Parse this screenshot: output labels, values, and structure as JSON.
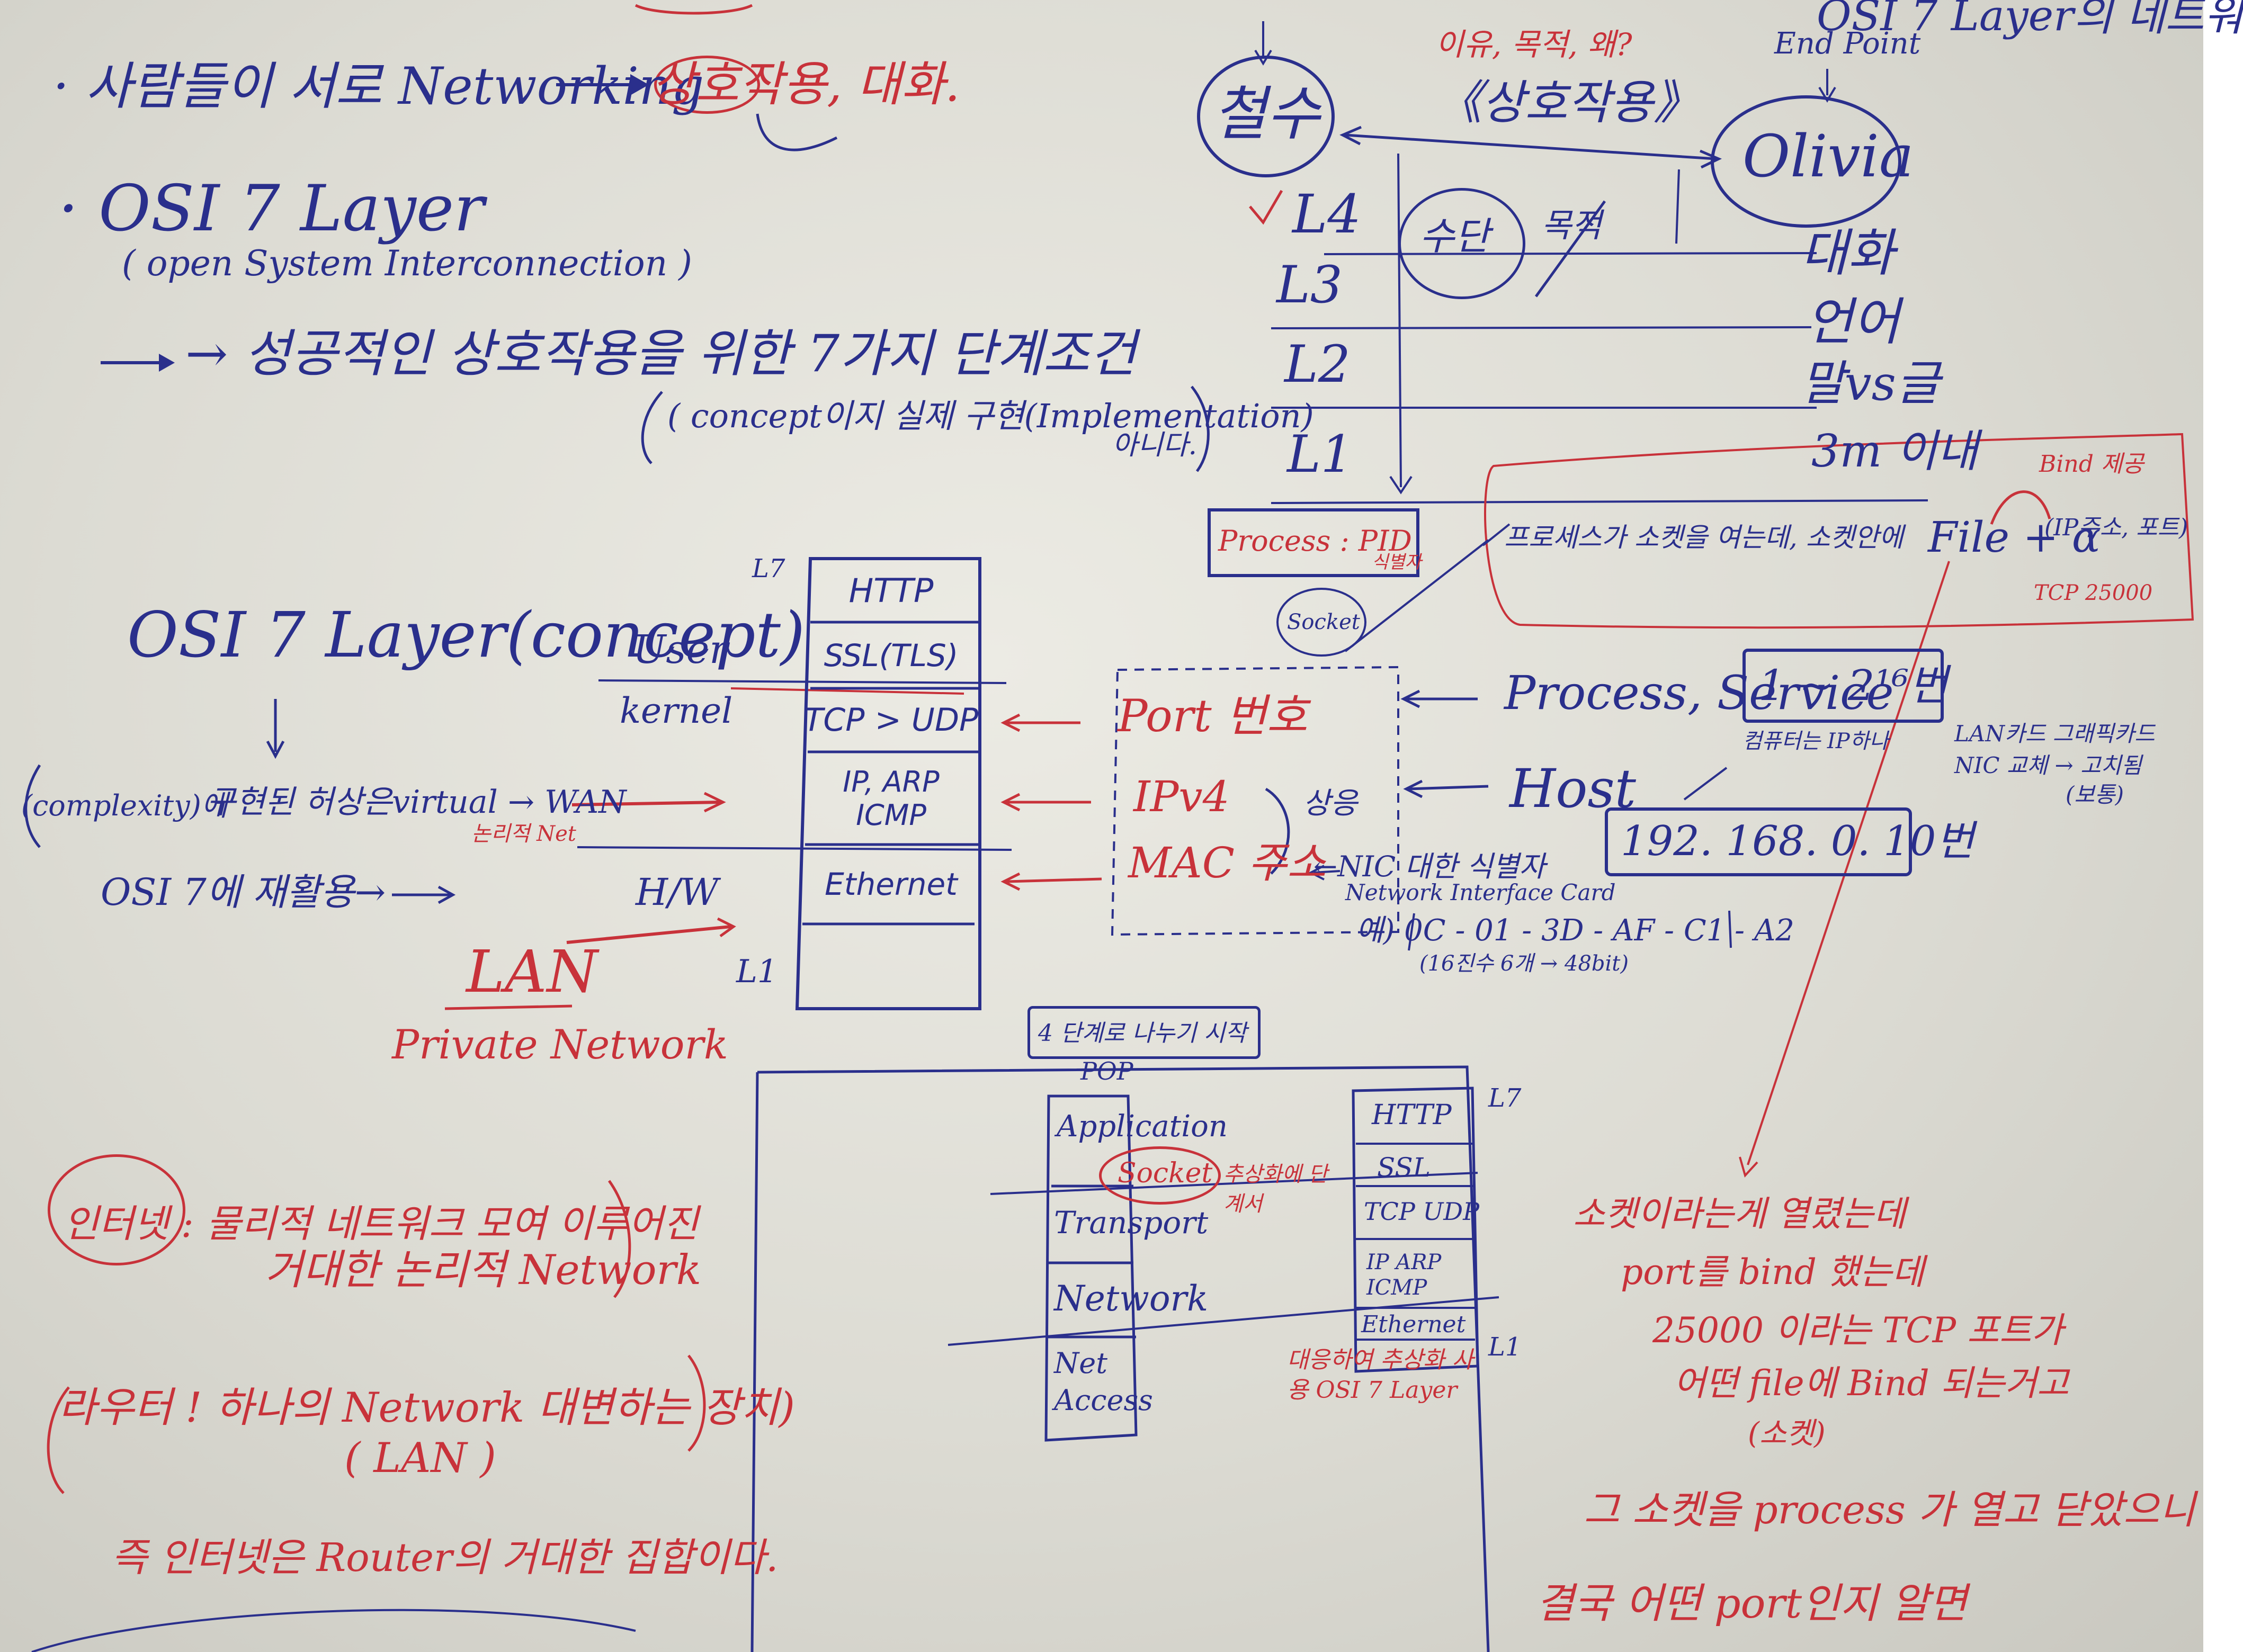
{
  "colors": {
    "blue_ink": "#2a2f8c",
    "red_ink": "#c8323a",
    "paper": "#e6e5de"
  },
  "left": {
    "line1": "· 사람들이 서로 Networking",
    "line1_b": "상호작용, 대화.",
    "osi_title": "· OSI 7 Layer",
    "osi_full": "( open System Interconnection )",
    "osi_desc": "→ 성공적인 상호작용을 위한 7가지 단계조건",
    "concept_note": "( concept이지 실제 구현(Implementation)",
    "concept_note2": "아니다.",
    "osi_concept": "OSI 7 Layer(concept)",
    "complexity": "(complexity)에",
    "virtual_wan": "구현된 허상은virtual → WAN",
    "wan_sub": "논리적 Net",
    "osi_use": "OSI 7에 재활용→",
    "lan": "LAN",
    "private_network": "Private Network",
    "internet_def": "인터넷 : 물리적 네트워크 모여 이루어진",
    "internet_def2": "거대한 논리적 Network",
    "router_def": "라우터 ! 하나의 Network 대변하는 장치)",
    "router_def2": "( LAN )",
    "router_final": "즉 인터넷은 Router의 거대한 집합이다."
  },
  "right": {
    "why": "이유, 목적, 왜?",
    "interaction": "《상호작용》",
    "endpoint": "End Point",
    "top_right": "OSI 7 Layer의 네트워",
    "chulsu": "철수",
    "olivia": "Olivia",
    "layers": [
      "L4",
      "L3",
      "L2",
      "L1"
    ],
    "means": "수단",
    "purpose": "목적",
    "conv": [
      "대화",
      "언어",
      "말vs글",
      "3m 이내"
    ],
    "process_pid": "Process : PID",
    "process_pid_sub": "식별자",
    "socket": "Socket",
    "process_note": "프로세스가 소켓을 여는데, 소켓안에",
    "file_alpha": "File + α",
    "ip_port": "(IP주소, 포트)",
    "bind": "Bind 제공",
    "tcp_port": "TCP 25000",
    "port_range": "1 ~ 2¹⁶번",
    "port_range_note": "컴퓨터는 IP하나",
    "nic_note": "LAN카드 그래픽카드",
    "nic_note2": "NIC 교체 → 고치됨",
    "nic_note3": "(보통)",
    "process_service": "Process, Service",
    "host": "Host",
    "ip_example": "192. 168. 0. 10번",
    "nic_id": "←NIC 대한 식별자",
    "nic_full": "Network Interface Card",
    "mac_example": "예) 0C - 01 - 3D - AF - C1 - A2",
    "mac_note": "(16진수 6개 → 48bit)",
    "port_label": "Port 번호",
    "ipv4": "IPv4",
    "mac_addr": "MAC 주소",
    "correspond": "상응"
  },
  "stack1": {
    "top_label": "L7",
    "bottom_label": "L1",
    "layers": [
      "HTTP",
      "SSL(TLS)",
      "TCP > UDP",
      "IP, ARP ICMP",
      "Ethernet",
      ""
    ],
    "user": "User",
    "kernel": "kernel",
    "hw": "H/W"
  },
  "bottom": {
    "four_layers": "4 단계로 나누기 시작",
    "pop": "POP",
    "tcpip_layers": [
      "Application",
      "Transport",
      "Network",
      "Net Access"
    ],
    "socket": "Socket",
    "socket_note": "추상화에 단계서",
    "stack2": [
      "HTTP",
      "SSL",
      "TCP UDP",
      "IP ARP ICMP",
      "Ethernet"
    ],
    "stack2_top": "L7",
    "stack2_bottom": "L1",
    "stack2_note": "대응하여 추상화 사용 OSI 7 Layer",
    "socket_text": [
      "소켓이라는게 열렸는데",
      "port를 bind 했는데",
      "25000 이라는 TCP 포트가",
      "어떤 file에 Bind 되는거고",
      "(소켓)",
      "그 소켓을 process 가 열고 닫았으니",
      "결국 어떤 port인지 알면"
    ]
  }
}
